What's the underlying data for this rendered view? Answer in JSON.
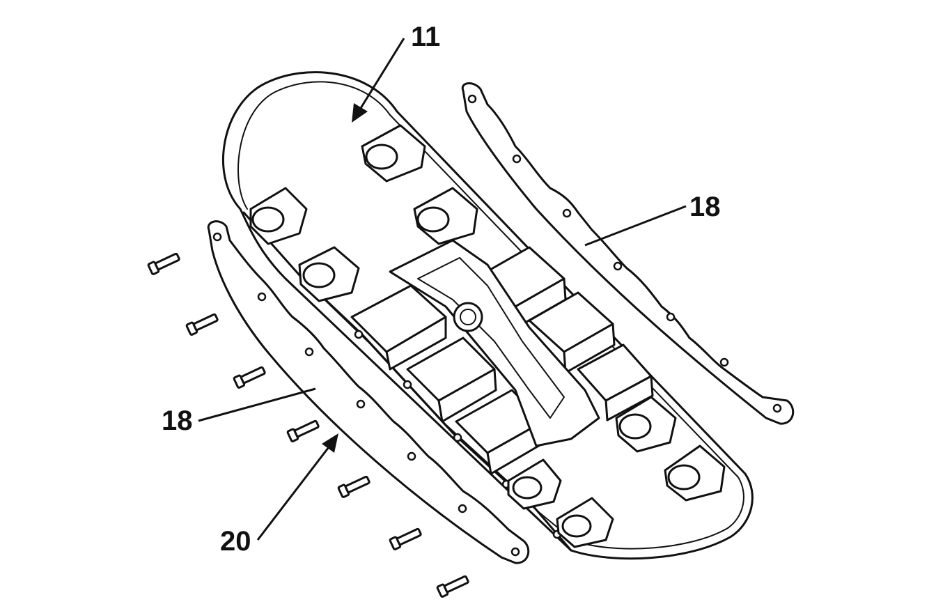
{
  "labels": {
    "sole": "11",
    "strip_right": "18",
    "strip_left": "18",
    "fasteners": "20"
  },
  "colors": {
    "line": "#111111",
    "background": "#ffffff"
  }
}
